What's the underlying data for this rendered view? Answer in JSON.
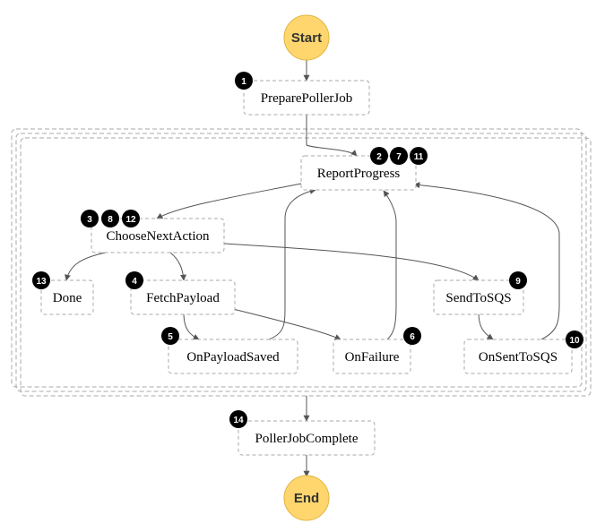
{
  "diagram": {
    "start": {
      "label": "Start"
    },
    "end": {
      "label": "End"
    },
    "states": {
      "prepare": {
        "label": "PreparePollerJob",
        "badges": [
          "1"
        ]
      },
      "report": {
        "label": "ReportProgress",
        "badges": [
          "2",
          "7",
          "11"
        ]
      },
      "choose": {
        "label": "ChooseNextAction",
        "badges": [
          "3",
          "8",
          "12"
        ]
      },
      "done": {
        "label": "Done",
        "badges": [
          "13"
        ]
      },
      "fetch": {
        "label": "FetchPayload",
        "badges": [
          "4"
        ]
      },
      "saved": {
        "label": "OnPayloadSaved",
        "badges": [
          "5"
        ]
      },
      "failure": {
        "label": "OnFailure",
        "badges": [
          "6"
        ]
      },
      "send": {
        "label": "SendToSQS",
        "badges": [
          "9"
        ]
      },
      "sent": {
        "label": "OnSentToSQS",
        "badges": [
          "10"
        ]
      },
      "complete": {
        "label": "PollerJobComplete",
        "badges": [
          "14"
        ]
      }
    },
    "colors": {
      "terminal_fill": "#ffd66e",
      "badge_fill": "#000000",
      "border": "#aaaaaa",
      "edge": "#555555"
    }
  }
}
